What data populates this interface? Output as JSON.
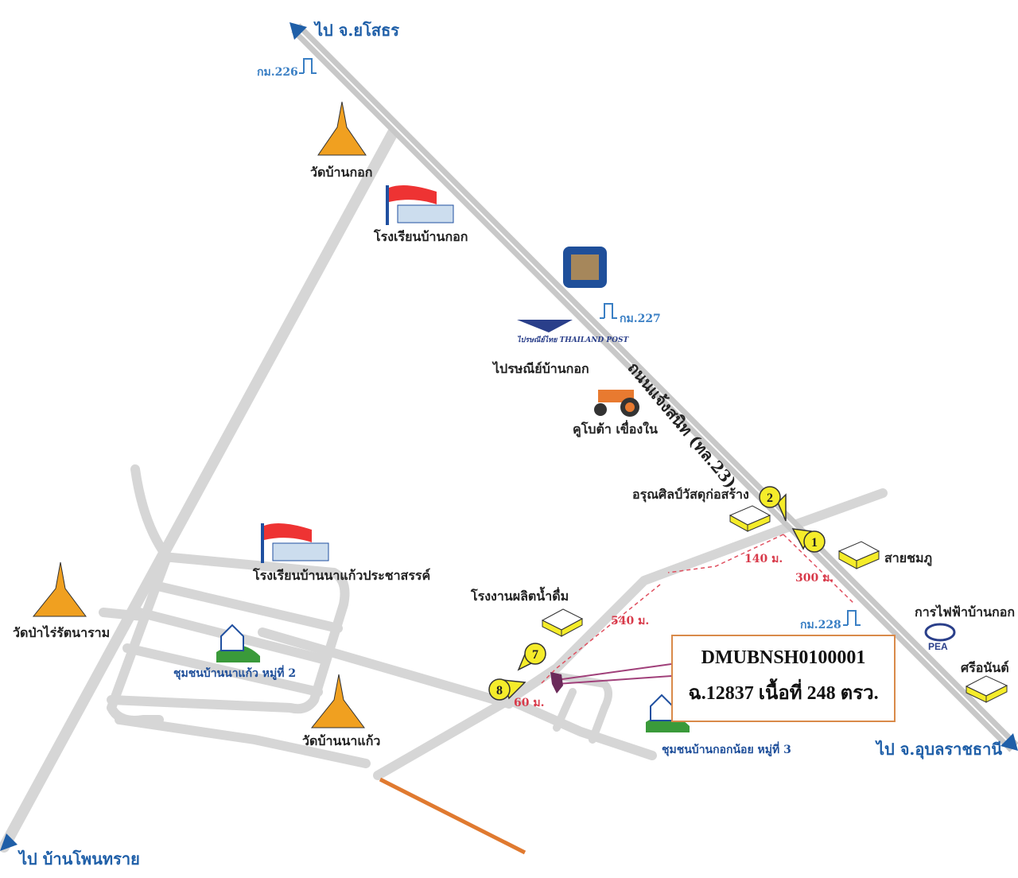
{
  "directions": {
    "to_yasothon": "ไป จ.ยโสธร",
    "to_ubon": "ไป จ.อุบลราชธานี",
    "to_phon_sai": "ไป บ้านโพนทราย"
  },
  "road_name": "ถนนแจ้งสนิท (ทล.23)",
  "km_markers": [
    "กม.226",
    "กม.227",
    "กม.228"
  ],
  "landmarks": {
    "wat_ban_kok": "วัดบ้านกอก",
    "school_ban_kok": "โรงเรียนบ้านกอก",
    "post_logo": "ไปรษณีย์ไทย THAILAND POST",
    "post_office": "ไปรษณีย์บ้านกอก",
    "kubota": "คูโบต้า เขื่องใน",
    "arun_sin": "อรุณศิลป์วัสดุก่อสร้าง",
    "sai_chomphu": "สายชมภู",
    "pea_office": "การไฟฟ้าบ้านกอก",
    "pea_logo": "PEA",
    "sri_nan": "ศรีอนันต์",
    "water_factory": "โรงงานผลิตน้ำดื่ม",
    "school_na_kaeo": "โรงเรียนบ้านนาแก้วประชาสรรค์",
    "wat_pa_rai": "วัดป่าไร่รัตนาราม",
    "community_moo2": "ชุมชนบ้านนาแก้ว หมู่ที่ 2",
    "wat_na_kaeo": "วัดบ้านนาแก้ว",
    "community_moo3": "ชุมชนบ้านกอกน้อย หมู่ที่ 3"
  },
  "distances": [
    "140 ม.",
    "300 ม.",
    "540 ม.",
    "60 ม."
  ],
  "markers": [
    "1",
    "2",
    "7",
    "8"
  ],
  "property": {
    "code": "DMUBNSH0100001",
    "deed": "ฉ.12837 เนื้อที่ 248 ตรว."
  },
  "colors": {
    "road": "#d6d6d6",
    "highlight_road": "#e07a30",
    "arrow": "#1f5fa8",
    "marker": "#f5ec2a",
    "property": "#6b2a5a",
    "callout_border": "#d98a4a"
  }
}
